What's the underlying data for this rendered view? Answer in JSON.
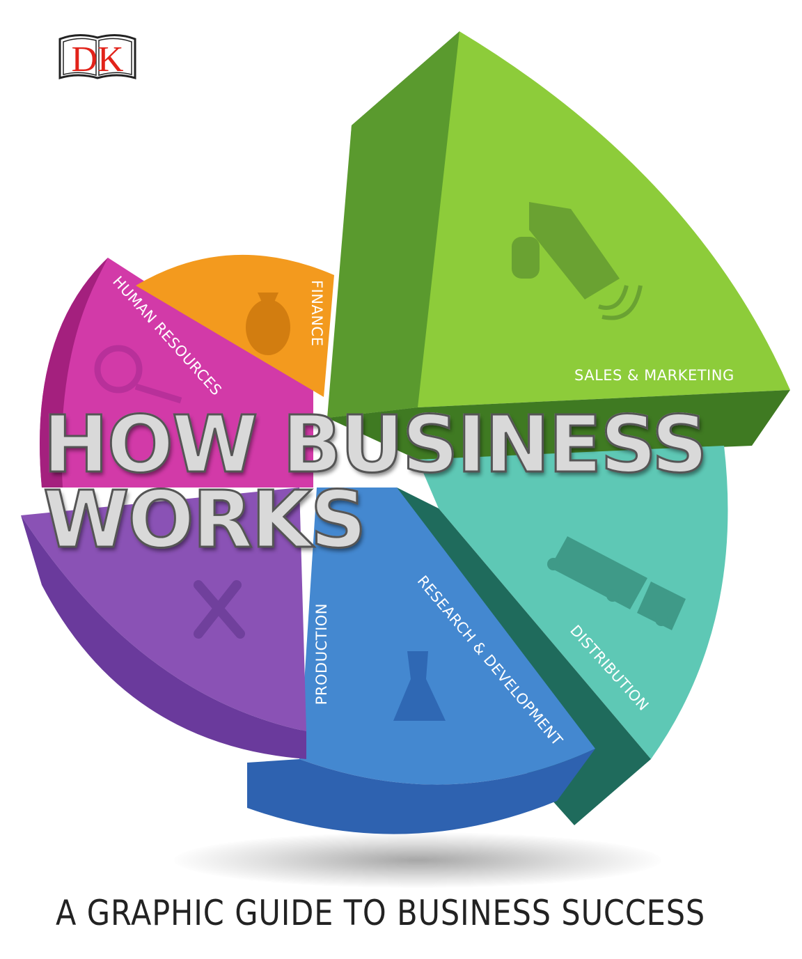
{
  "publisher": {
    "logo_text": "DK",
    "logo_color": "#e2231a"
  },
  "cover": {
    "title_line1": "HOW BUSINESS",
    "title_line2": "WORKS",
    "subtitle": "A GRAPHIC GUIDE TO BUSINESS SUCCESS"
  },
  "segments": [
    {
      "label": "SALES & MARKETING",
      "icon": "megaphone-icon",
      "color": "#8dcc3a",
      "side_color": "#4f8a2a"
    },
    {
      "label": "DISTRIBUTION",
      "icon": "truck-icon",
      "color": "#5ec8b5",
      "side_color": "#1f6b5c"
    },
    {
      "label": "RESEARCH & DEVELOPMENT",
      "icon": "flask-icon",
      "color": "#4488d0",
      "side_color": "#2a5aa0"
    },
    {
      "label": "PRODUCTION",
      "icon": "tools-icon",
      "color": "#8a52b5",
      "side_color": "#6a3a9c"
    },
    {
      "label": "HUMAN RESOURCES",
      "icon": "magnifier-person-icon",
      "color": "#d23aa8",
      "side_color": "#a4207e"
    },
    {
      "label": "FINANCE",
      "icon": "money-bag-icon",
      "color": "#f39a1e",
      "side_color": "#d27d10"
    }
  ]
}
